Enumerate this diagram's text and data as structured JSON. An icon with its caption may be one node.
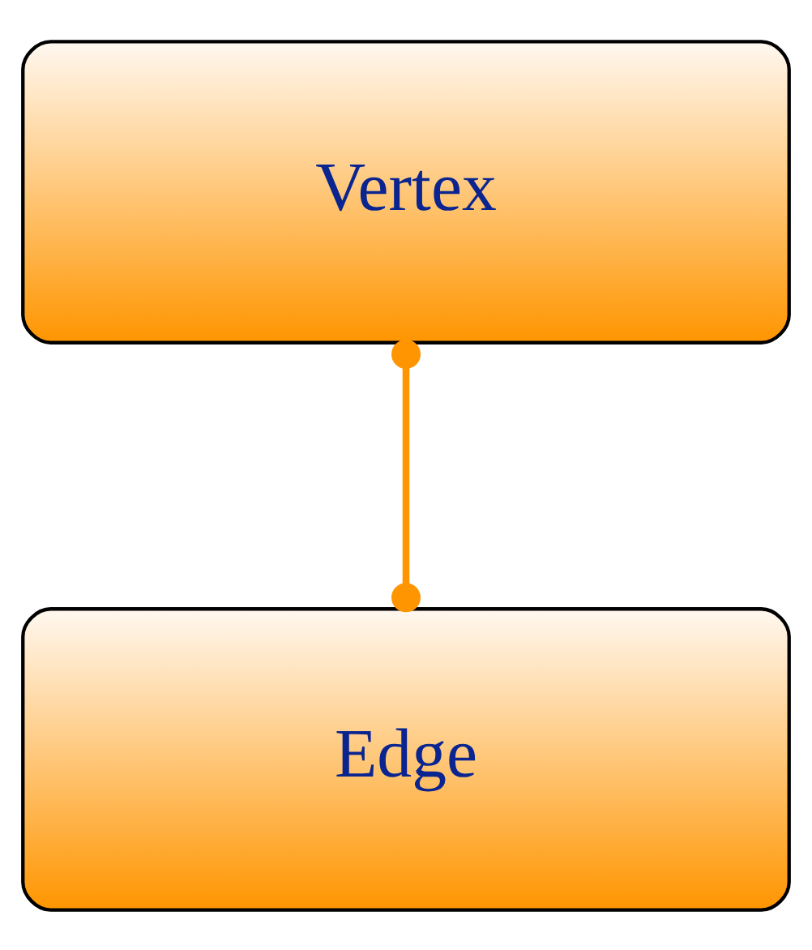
{
  "diagram": {
    "nodes": [
      {
        "text": [
          "Vertex"
        ]
      },
      {
        "text": [
          "Edge"
        ]
      }
    ],
    "edges": [
      {
        "from": 0,
        "to": 1,
        "arrow": "other",
        "color": "#ff9500"
      }
    ]
  }
}
